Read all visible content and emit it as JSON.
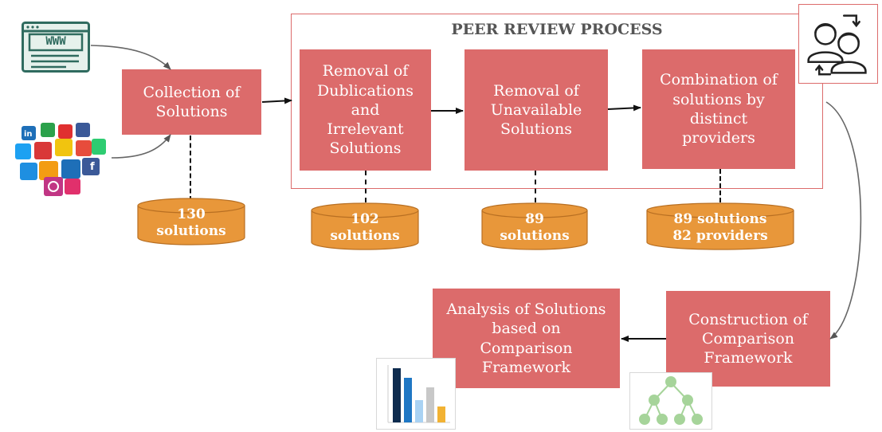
{
  "diagram": {
    "review_title": "PEER REVIEW PROCESS",
    "www_label": "WWW",
    "boxes": {
      "collection": "Collection of\nSolutions",
      "dedup": "Removal of\nDublications\nand\nIrrelevant\nSolutions",
      "unavailable": "Removal of\nUnavailable\nSolutions",
      "combination": "Combination of\nsolutions by\ndistinct\nproviders",
      "construction": "Construction of\nComparison\nFramework",
      "analysis": "Analysis of Solutions\nbased on\nComparison\nFramework"
    },
    "cylinders": {
      "c130": "130\nsolutions",
      "c102": "102\nsolutions",
      "c89": "89\nsolutions",
      "c89p": "89 solutions\n82 providers"
    },
    "colors": {
      "box": "#dc6b6b",
      "cylinder": "#e8973a",
      "cylinder_edge": "#b86f22",
      "frame": "#dc6b6b",
      "web_icon": "#2f6b5f"
    },
    "icons": [
      "web-browser-icon",
      "social-media-icon",
      "peer-review-people-icon",
      "bar-chart-icon",
      "tree-diagram-icon"
    ]
  }
}
